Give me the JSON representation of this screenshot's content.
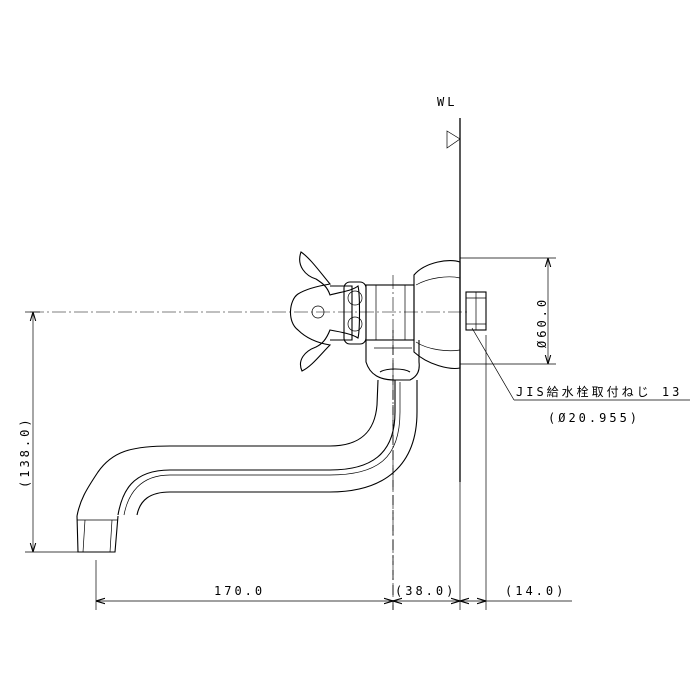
{
  "labels": {
    "water_level": "WL",
    "thread_spec": "JIS給水栓取付ねじ 13",
    "thread_diameter": "(Ø20.955)",
    "flange_diameter": "Ø60.0",
    "height": "(138.0)",
    "spout_length": "170.0",
    "body_length": "(38.0)",
    "wall_length": "(14.0)"
  }
}
